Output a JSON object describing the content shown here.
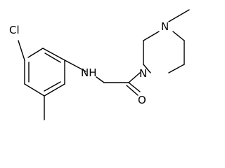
{
  "molecule": {
    "atoms": {
      "chlorine": "Cl",
      "amine_nh": "NH",
      "piperazine_n1": "N",
      "piperazine_n4": "N",
      "carbonyl_o": "O"
    }
  },
  "colors": {
    "bond": "#000000",
    "label": "#000000",
    "background": "#ffffff"
  }
}
